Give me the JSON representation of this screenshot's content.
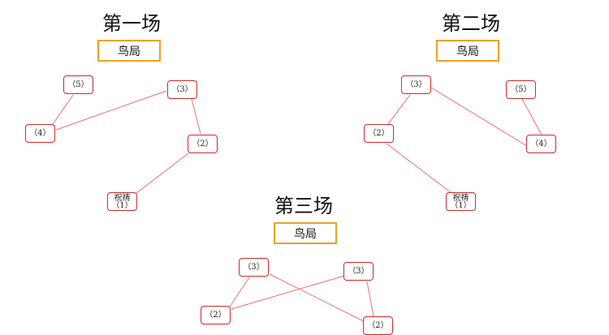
{
  "games": [
    {
      "title": "第一场",
      "box": "鸟局",
      "nodes": [
        "（5）",
        "（3）",
        "（4）",
        "（2）",
        "祝祷（1）"
      ]
    },
    {
      "title": "第二场",
      "box": "鸟局",
      "nodes": [
        "（3）",
        "（5）",
        "（2）",
        "（4）",
        "祝祷（1）"
      ]
    },
    {
      "title": "第三场",
      "box": "鸟局",
      "nodes": [
        "（3）",
        "（3）",
        "（2）",
        "（2）"
      ]
    }
  ],
  "colors": {
    "node_border": "#d0282c",
    "edge": "#e87070",
    "box_border": "#f0a020"
  }
}
